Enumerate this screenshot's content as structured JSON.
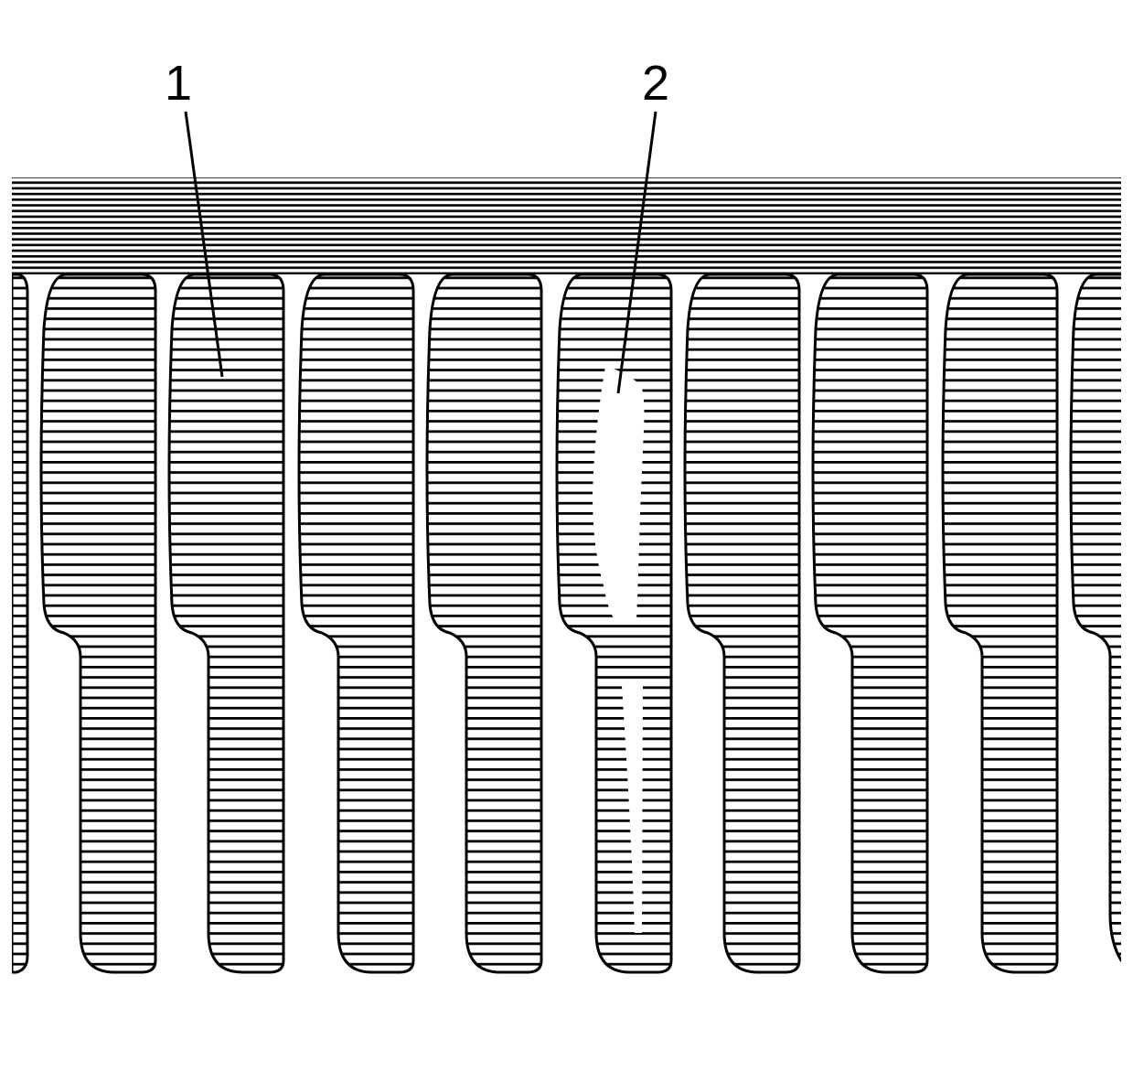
{
  "diagram": {
    "callouts": [
      {
        "id": "1",
        "label": "1"
      },
      {
        "id": "2",
        "label": "2"
      }
    ],
    "colors": {
      "ink": "#000000",
      "paper": "#ffffff"
    },
    "tooth_count_full": 8,
    "highlighted_tooth": "damaged-tooth-with-crack"
  }
}
